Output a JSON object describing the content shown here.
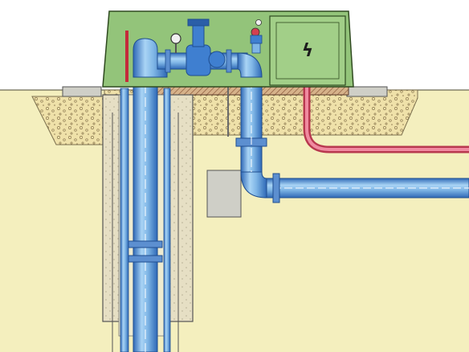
{
  "diagram": {
    "components": [
      {
        "id": "control-cabinet",
        "type": "enclosure",
        "text": ""
      },
      {
        "id": "electrical-compartment",
        "type": "panel",
        "text": "ϟ"
      },
      {
        "id": "riser-pipe",
        "type": "pipe"
      },
      {
        "id": "discharge-pipe",
        "type": "pipe"
      },
      {
        "id": "horizontal-water-main",
        "type": "pipe"
      },
      {
        "id": "electrical-conduit",
        "type": "cable-duct"
      },
      {
        "id": "well-casing",
        "type": "shaft"
      },
      {
        "id": "gravel-bed",
        "type": "soil-layer"
      },
      {
        "id": "concrete-slab",
        "type": "foundation"
      },
      {
        "id": "pressure-gauge",
        "type": "instrument"
      },
      {
        "id": "gate-valve",
        "type": "valve"
      },
      {
        "id": "check-valve",
        "type": "valve"
      },
      {
        "id": "thrust-block",
        "type": "concrete-block"
      },
      {
        "id": "pipe-coupling",
        "type": "fitting"
      }
    ],
    "colors": {
      "soil": "#f4efbe",
      "gravel": "#efe1a9",
      "cabinet": "#93c47a",
      "pipe": "#7fb6e6",
      "pipe_shadow": "#2e68b6",
      "conduit": "#e0607a",
      "concrete": "#cfcfc7",
      "hatch": "#8b5a3c"
    },
    "hazard_symbol": "ϟ"
  }
}
